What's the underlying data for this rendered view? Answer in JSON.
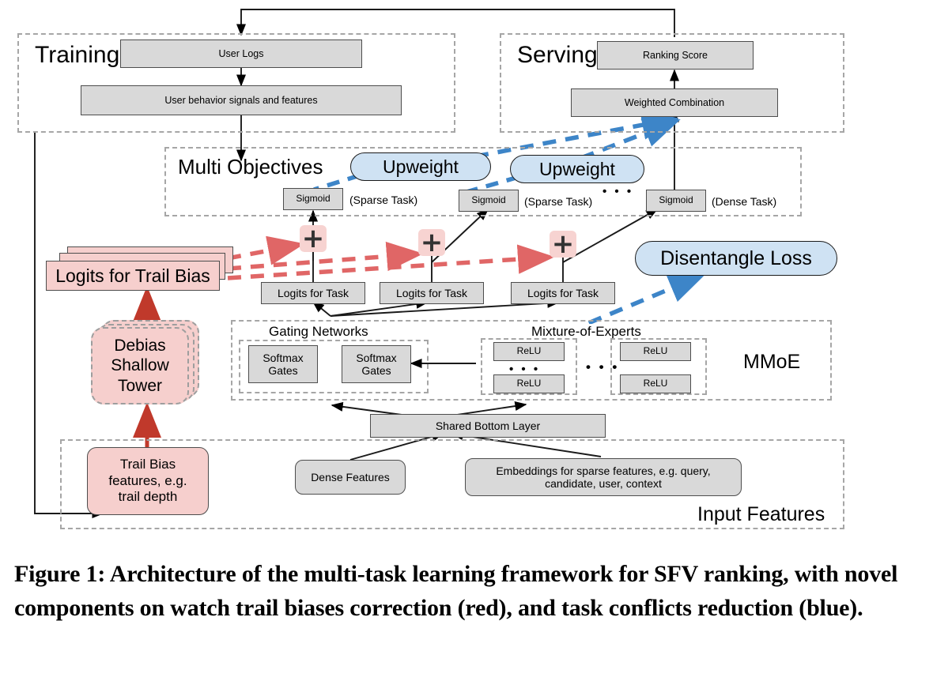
{
  "figure": {
    "caption": "Figure 1: Architecture of the multi-task learning framework for SFV ranking, with novel components on watch trail biases correction (red), and task conflicts reduction (blue)."
  },
  "sections": {
    "training": {
      "title": "Training"
    },
    "serving": {
      "title": "Serving"
    },
    "multi_objectives": {
      "title": "Multi Objectives"
    },
    "mmoe": {
      "title": "MMoE"
    },
    "input_features": {
      "title": "Input Features"
    },
    "gating_networks": {
      "title": "Gating Networks"
    },
    "mixture_of_experts": {
      "title": "Mixture-of-Experts"
    }
  },
  "training": {
    "user_logs": "User Logs",
    "user_behavior": "User behavior signals and features"
  },
  "serving": {
    "ranking_score": "Ranking Score",
    "weighted_combination": "Weighted Combination"
  },
  "multi_objectives": {
    "upweight_1": "Upweight",
    "upweight_2": "Upweight",
    "sigmoid_1": "Sigmoid",
    "sigmoid_1_task": "(Sparse Task)",
    "sigmoid_2": "Sigmoid",
    "sigmoid_2_task": "(Sparse Task)",
    "sigmoid_3": "Sigmoid",
    "sigmoid_3_task": "(Dense Task)",
    "ellipsis": "• • •"
  },
  "bias_branch": {
    "logits_for_trail_bias": "Logits for Trail Bias",
    "debias_shallow_tower": "Debias\nShallow\nTower",
    "debias_line_1": "Debias",
    "debias_line_2": "Shallow",
    "debias_line_3": "Tower",
    "trail_bias_features_line_1": "Trail Bias",
    "trail_bias_features_line_2": "features, e.g.",
    "trail_bias_features_line_3": "trail depth",
    "plus_symbol": "+"
  },
  "task_logits": {
    "logits_1": "Logits for Task",
    "logits_2": "Logits for Task",
    "logits_3": "Logits for Task"
  },
  "disentangle": {
    "label": "Disentangle Loss"
  },
  "mmoe": {
    "softmax_gates_1_line_1": "Softmax",
    "softmax_gates_1_line_2": "Gates",
    "softmax_gates_2_line_1": "Softmax",
    "softmax_gates_2_line_2": "Gates",
    "relu_1": "ReLU",
    "relu_2": "ReLU",
    "relu_3": "ReLU",
    "relu_4": "ReLU",
    "expert_inner_dots": "• • •",
    "expert_group_dots": "• • •"
  },
  "bottom": {
    "shared_bottom_layer": "Shared Bottom Layer",
    "dense_features": "Dense Features",
    "sparse_embeddings_line_1": "Embeddings for sparse features, e.g. query,",
    "sparse_embeddings_line_2": "candidate, user, context"
  },
  "colors": {
    "gray_fill": "#d9d9d9",
    "gray_stroke": "#4d4d4d",
    "dashed_border": "#a6a6a6",
    "pink_fill": "#f6cfcd",
    "blue_fill": "#cfe2f3",
    "red_accent": "#e06666",
    "red_solid": "#c0392b",
    "blue_accent": "#3d85c8",
    "black": "#000000"
  }
}
